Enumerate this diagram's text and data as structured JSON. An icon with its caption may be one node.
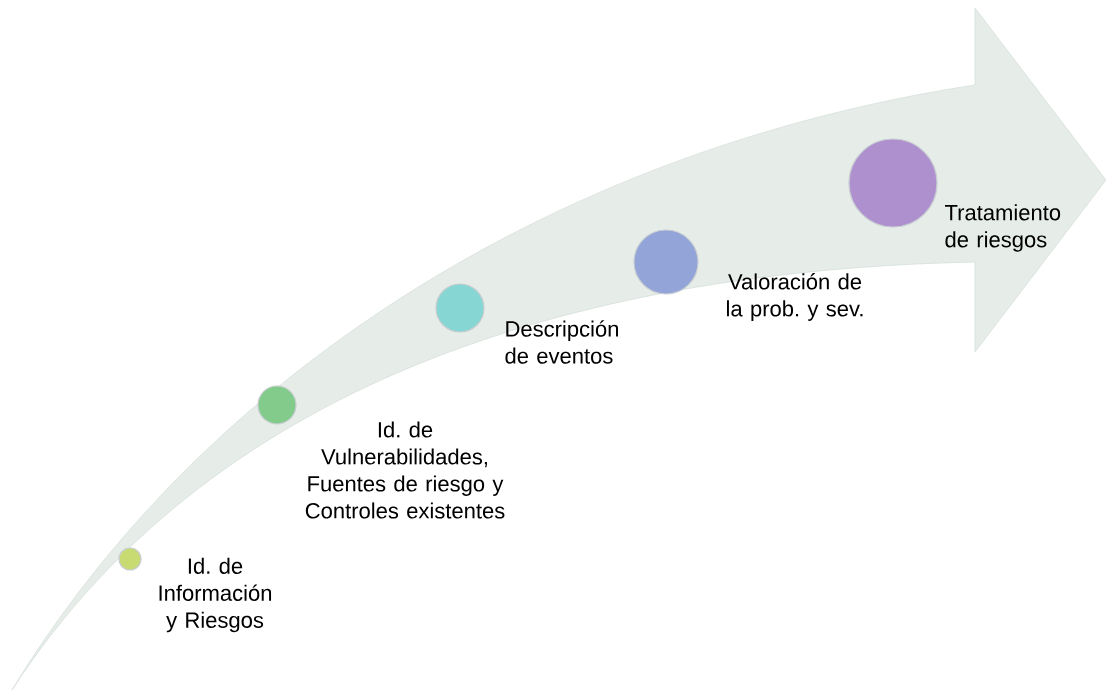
{
  "diagram": {
    "nodes": [
      {
        "text": [],
        "shape": "circle",
        "beside": [
          "Id. de Información y Riesgos"
        ]
      },
      {
        "text": [],
        "shape": "circle",
        "beside": [
          "Id. de Vulnerabilidades, Fuentes de riesgo y Controles existentes"
        ]
      },
      {
        "text": [],
        "shape": "circle",
        "beside": [
          "Descripción de eventos"
        ]
      },
      {
        "text": [],
        "shape": "circle",
        "beside": [
          "Valoración de la prob. y sev."
        ]
      },
      {
        "text": [],
        "shape": "circle",
        "beside": [
          "Tratamiento de riesgos"
        ]
      }
    ]
  }
}
